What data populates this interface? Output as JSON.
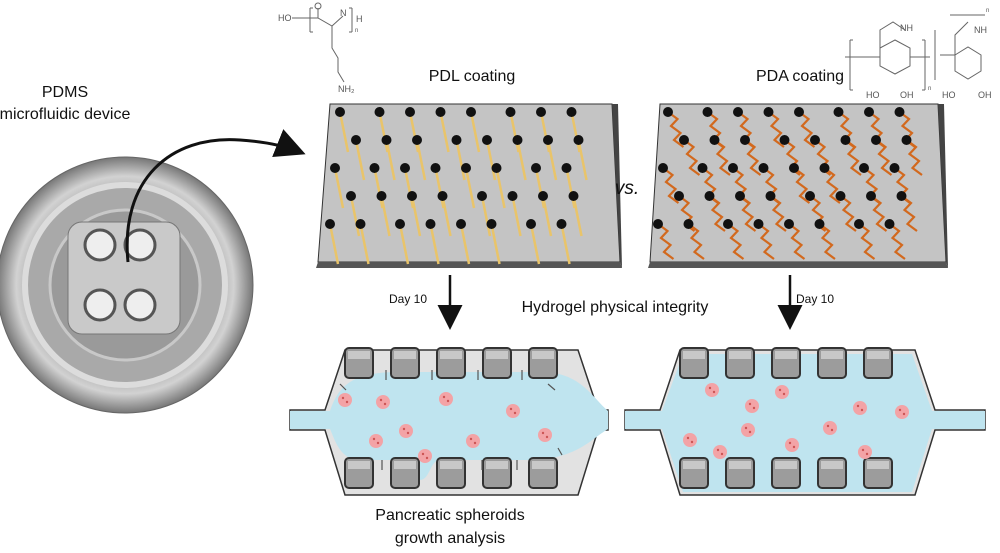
{
  "device": {
    "line1": "PDMS",
    "line2": "microfluidic device"
  },
  "pdl": {
    "label": "PDL coating",
    "chem": {
      "ho": "HO",
      "h": "H",
      "n": "n",
      "nh": "N",
      "h2": "H",
      "amine": "NH₂"
    }
  },
  "pda": {
    "label": "PDA coating",
    "chem": {
      "nh1": "NH",
      "nh2": "NH",
      "ho1": "HO",
      "oh1": "OH",
      "ho2": "HO",
      "oh2": "OH",
      "n1": "n",
      "n2": "n"
    }
  },
  "vs": "vs.",
  "day_left": "Day 10",
  "day_right": "Day 10",
  "integrity": "Hydrogel physical integrity",
  "analysis": {
    "line1": "Pancreatic spheroids",
    "line2": "growth analysis"
  },
  "colors": {
    "hydrogel": "#bfe4ef",
    "spheroid": "#f3a3a6",
    "pdl_rod": "#e9c46a",
    "pda_chain": "#d2691e",
    "slab": "#c6c6c6"
  }
}
